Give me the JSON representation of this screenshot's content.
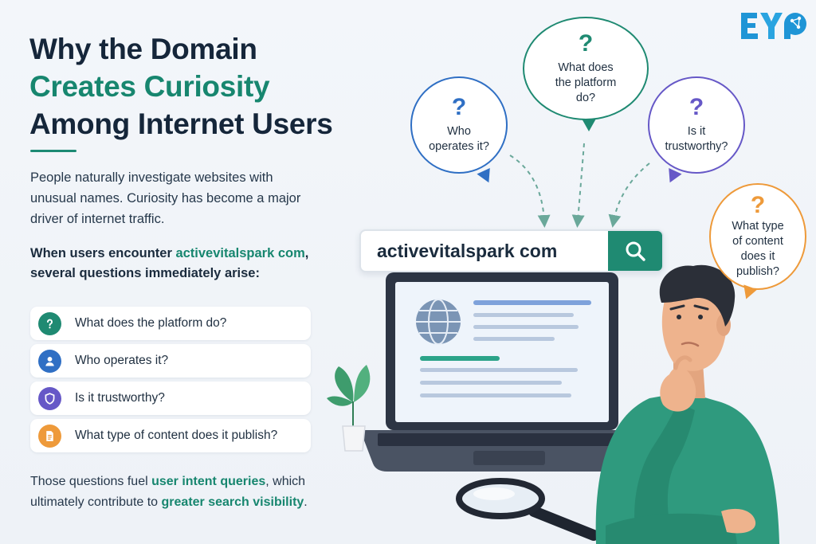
{
  "logo": {
    "text": "EYP",
    "icon": "eyp-logo-mark"
  },
  "headline": {
    "line1": "Why the Domain",
    "line2": "Creates Curiosity",
    "line3": "Among Internet Users"
  },
  "intro": "People naturally investigate websites with unusual names. Curiosity has become a major driver of internet traffic.",
  "lead": {
    "before": "When users encounter ",
    "domain": "activevitalspark com",
    "after": ", several questions immediately arise:"
  },
  "questions": [
    {
      "label": "What does the platform do?",
      "icon": "question-icon",
      "color": "#1f8a72"
    },
    {
      "label": "Who operates it?",
      "icon": "user-icon",
      "color": "#2f6fc4"
    },
    {
      "label": "Is it trustworthy?",
      "icon": "shield-icon",
      "color": "#6658c7"
    },
    {
      "label": "What type of content does it publish?",
      "icon": "document-icon",
      "color": "#ee9a3a"
    }
  ],
  "outro": {
    "p1": "Those questions fuel ",
    "h1": "user intent queries",
    "p2": ", which ultimately contribute to ",
    "h2": "greater search visibility",
    "p3": "."
  },
  "bubbles": {
    "platform": {
      "mark": "?",
      "line1": "What does",
      "line2": "the platform",
      "line3": "do?",
      "color": "#1f8a72"
    },
    "operates": {
      "mark": "?",
      "line1": "Who",
      "line2": "operates it?",
      "color": "#2f6fc4"
    },
    "trust": {
      "mark": "?",
      "line1": "Is it",
      "line2": "trustworthy?",
      "color": "#6658c7"
    },
    "content": {
      "mark": "?",
      "line1": "What type",
      "line2": "of content",
      "line3": "does it",
      "line4": "publish?",
      "color": "#ee9a3a"
    }
  },
  "search": {
    "query": "activevitalspark com",
    "icon": "search-icon"
  },
  "illustration": {
    "laptop": "laptop-icon",
    "globe": "globe-icon",
    "plant": "plant-icon",
    "magnifier": "magnifying-glass-icon",
    "person": "thinking-person"
  }
}
